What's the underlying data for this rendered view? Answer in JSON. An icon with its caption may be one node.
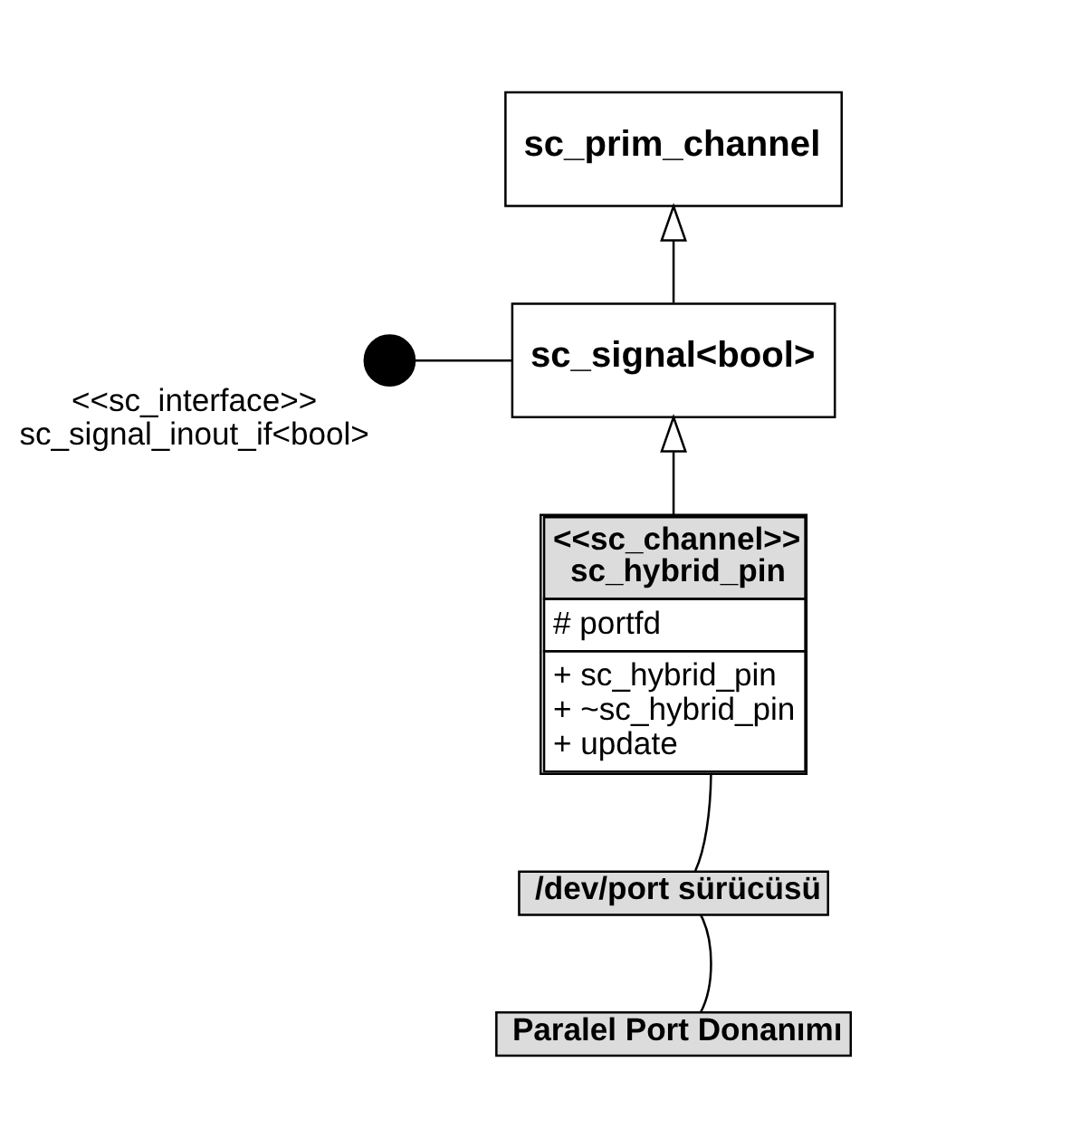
{
  "diagram": {
    "nodes": [
      {
        "text": [
          "sc_prim_channel"
        ]
      },
      {
        "text": [
          "sc_signal<bool>"
        ]
      },
      {
        "text": [],
        "shape": "circle",
        "beside": [
          "<<sc_interface>>",
          "sc_signal_inout_if<bool>"
        ]
      },
      {
        "text": [
          "<<sc_channel>>",
          "sc_hybrid_pin",
          "# portfd",
          "+ sc_hybrid_pin",
          "+ ~sc_hybrid_pin",
          "+ update"
        ]
      },
      {
        "text": [
          "/dev/port sürücüsü"
        ]
      },
      {
        "text": [
          "Paralel Port Donanımı"
        ]
      }
    ],
    "edges": [
      {
        "from": 1,
        "to": 0,
        "arrow": "to"
      },
      {
        "from": 2,
        "to": 1,
        "arrow": "none"
      },
      {
        "from": 3,
        "to": 1,
        "arrow": "to"
      },
      {
        "from": 3,
        "to": 4,
        "arrow": "none"
      },
      {
        "from": 4,
        "to": 5,
        "arrow": "none"
      }
    ]
  }
}
